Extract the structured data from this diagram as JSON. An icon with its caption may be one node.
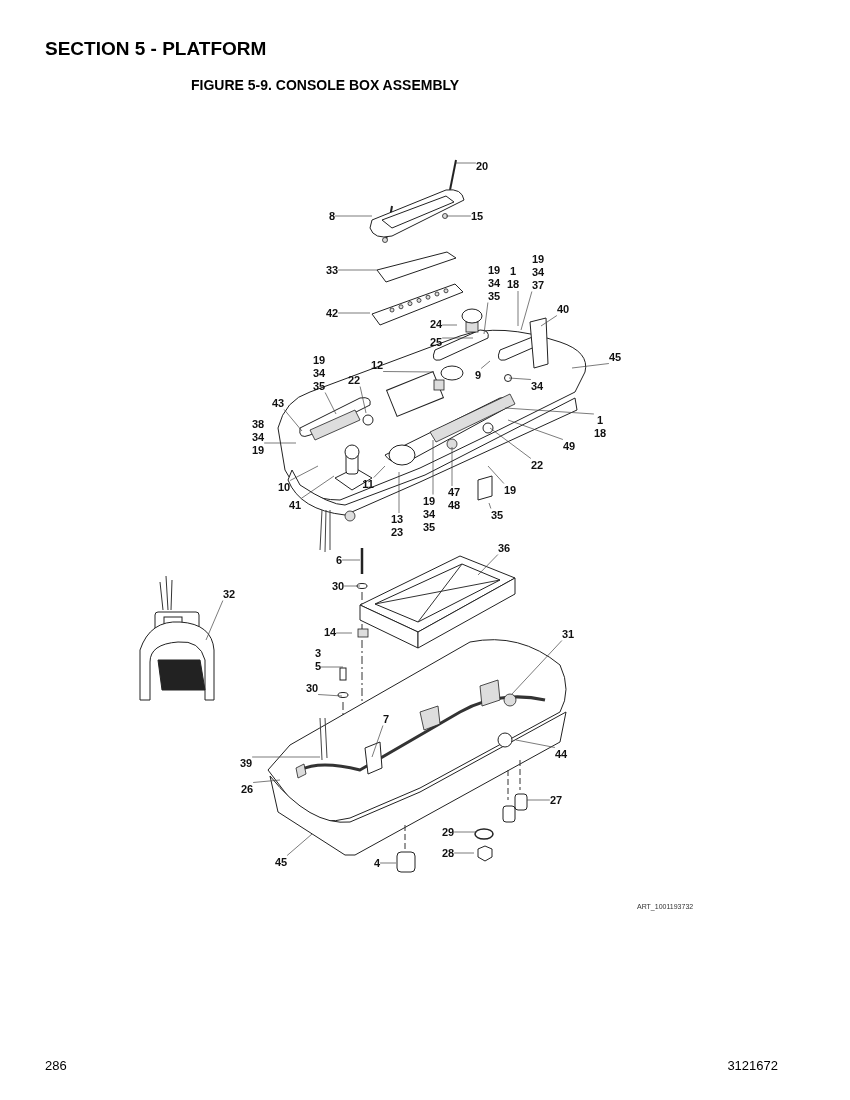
{
  "diagram": {
    "title": "FIGURE 5-9. CONSOLE BOX ASSEMBLY",
    "nodes": [
      {
        "text": [
          "20"
        ]
      },
      {
        "text": [
          "8"
        ]
      },
      {
        "text": [
          "15"
        ]
      },
      {
        "text": [
          "33"
        ]
      },
      {
        "text": [
          "42"
        ]
      },
      {
        "text": [
          "19",
          "34",
          "35"
        ]
      },
      {
        "text": [
          "1",
          "18"
        ]
      },
      {
        "text": [
          "19",
          "34",
          "37"
        ]
      },
      {
        "text": [
          "40"
        ]
      },
      {
        "text": [
          "24"
        ]
      },
      {
        "text": [
          "25"
        ]
      },
      {
        "text": [
          "12"
        ]
      },
      {
        "text": [
          "9"
        ]
      },
      {
        "text": [
          "45"
        ]
      },
      {
        "text": [
          "34"
        ]
      },
      {
        "text": [
          "19",
          "34",
          "35"
        ]
      },
      {
        "text": [
          "22"
        ]
      },
      {
        "text": [
          "43"
        ]
      },
      {
        "text": [
          "38",
          "34",
          "19"
        ]
      },
      {
        "text": [
          "1",
          "18"
        ]
      },
      {
        "text": [
          "49"
        ]
      },
      {
        "text": [
          "22"
        ]
      },
      {
        "text": [
          "10"
        ]
      },
      {
        "text": [
          "11"
        ]
      },
      {
        "text": [
          "41"
        ]
      },
      {
        "text": [
          "13",
          "23"
        ]
      },
      {
        "text": [
          "19",
          "34",
          "35"
        ]
      },
      {
        "text": [
          "47",
          "48"
        ]
      },
      {
        "text": [
          "19"
        ]
      },
      {
        "text": [
          "35"
        ]
      },
      {
        "text": [
          "32"
        ]
      },
      {
        "text": [
          "6"
        ]
      },
      {
        "text": [
          "36"
        ]
      },
      {
        "text": [
          "30"
        ]
      },
      {
        "text": [
          "14"
        ]
      },
      {
        "text": [
          "31"
        ]
      },
      {
        "text": [
          "3",
          "5"
        ]
      },
      {
        "text": [
          "30"
        ]
      },
      {
        "text": [
          "7"
        ]
      },
      {
        "text": [
          "39"
        ]
      },
      {
        "text": [
          "26"
        ]
      },
      {
        "text": [
          "44"
        ]
      },
      {
        "text": [
          "27"
        ]
      },
      {
        "text": [
          "29"
        ]
      },
      {
        "text": [
          "28"
        ]
      },
      {
        "text": [
          "45"
        ]
      },
      {
        "text": [
          "4"
        ]
      }
    ],
    "edges": [
      {
        "from": 0,
        "to": null,
        "arrow": "none"
      },
      {
        "from": 1,
        "to": null,
        "arrow": "none"
      },
      {
        "from": 2,
        "to": null,
        "arrow": "none"
      },
      {
        "from": 3,
        "to": null,
        "arrow": "none"
      },
      {
        "from": 4,
        "to": null,
        "arrow": "none"
      },
      {
        "from": 5,
        "to": null,
        "arrow": "none"
      },
      {
        "from": 6,
        "to": null,
        "arrow": "none"
      },
      {
        "from": 7,
        "to": null,
        "arrow": "none"
      },
      {
        "from": 8,
        "to": null,
        "arrow": "none"
      },
      {
        "from": 9,
        "to": null,
        "arrow": "none"
      },
      {
        "from": 10,
        "to": null,
        "arrow": "none"
      },
      {
        "from": 11,
        "to": null,
        "arrow": "none"
      },
      {
        "from": 12,
        "to": null,
        "arrow": "none"
      },
      {
        "from": 13,
        "to": null,
        "arrow": "none"
      },
      {
        "from": 14,
        "to": null,
        "arrow": "none"
      },
      {
        "from": 15,
        "to": null,
        "arrow": "none"
      },
      {
        "from": 16,
        "to": null,
        "arrow": "none"
      },
      {
        "from": 17,
        "to": null,
        "arrow": "none"
      },
      {
        "from": 18,
        "to": null,
        "arrow": "none"
      },
      {
        "from": 19,
        "to": null,
        "arrow": "none"
      },
      {
        "from": 20,
        "to": null,
        "arrow": "none"
      },
      {
        "from": 21,
        "to": null,
        "arrow": "none"
      },
      {
        "from": 22,
        "to": null,
        "arrow": "none"
      },
      {
        "from": 23,
        "to": null,
        "arrow": "none"
      },
      {
        "from": 24,
        "to": null,
        "arrow": "none"
      },
      {
        "from": 25,
        "to": null,
        "arrow": "none"
      },
      {
        "from": 26,
        "to": null,
        "arrow": "none"
      },
      {
        "from": 27,
        "to": null,
        "arrow": "none"
      },
      {
        "from": 28,
        "to": null,
        "arrow": "none"
      },
      {
        "from": 29,
        "to": null,
        "arrow": "none"
      },
      {
        "from": 30,
        "to": null,
        "arrow": "none"
      },
      {
        "from": 31,
        "to": null,
        "arrow": "none"
      },
      {
        "from": 32,
        "to": null,
        "arrow": "none"
      },
      {
        "from": 33,
        "to": null,
        "arrow": "none"
      },
      {
        "from": 34,
        "to": null,
        "arrow": "none"
      },
      {
        "from": 35,
        "to": null,
        "arrow": "none"
      },
      {
        "from": 36,
        "to": null,
        "arrow": "none"
      },
      {
        "from": 37,
        "to": null,
        "arrow": "none"
      },
      {
        "from": 38,
        "to": null,
        "arrow": "none"
      },
      {
        "from": 39,
        "to": null,
        "arrow": "none"
      },
      {
        "from": 40,
        "to": null,
        "arrow": "none"
      },
      {
        "from": 41,
        "to": null,
        "arrow": "none"
      },
      {
        "from": 42,
        "to": null,
        "arrow": "none"
      },
      {
        "from": 43,
        "to": null,
        "arrow": "none"
      },
      {
        "from": 44,
        "to": null,
        "arrow": "none"
      },
      {
        "from": 45,
        "to": null,
        "arrow": "none"
      },
      {
        "from": 46,
        "to": null,
        "arrow": "none"
      }
    ],
    "labels": [
      "SECTION 5 - PLATFORM",
      "ART_1001193732",
      "286",
      "3121672"
    ]
  }
}
